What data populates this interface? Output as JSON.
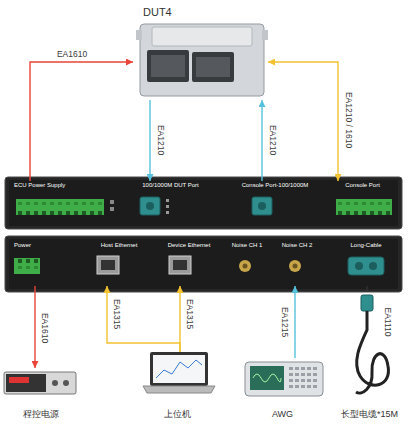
{
  "diagram": {
    "nodes": [
      {
        "text": [
          "DUT4"
        ]
      },
      {
        "text": [
          "ECU Power Supply"
        ]
      },
      {
        "text": [
          "100/1000M DUT Port"
        ]
      },
      {
        "text": [
          "Console Port-100/1000M"
        ]
      },
      {
        "text": [
          "Console Port"
        ]
      },
      {
        "text": [
          "Power"
        ]
      },
      {
        "text": [
          "Host Ethernet"
        ]
      },
      {
        "text": [
          "Device Ethernet"
        ]
      },
      {
        "text": [
          "Noise CH 1"
        ]
      },
      {
        "text": [
          "Noise CH 2"
        ]
      },
      {
        "text": [
          "Long-Cable"
        ]
      },
      {
        "text": [
          "程控电源"
        ]
      },
      {
        "text": [
          "上位机"
        ]
      },
      {
        "text": [
          "AWG"
        ]
      },
      {
        "text": [
          "长型电缆*15M"
        ]
      }
    ],
    "edges": [
      {
        "from": 1,
        "to": 0,
        "arrow": "to",
        "label": "EA1610"
      },
      {
        "from": 0,
        "to": 2,
        "arrow": "to",
        "label": "EA1210"
      },
      {
        "from": 3,
        "to": 0,
        "arrow": "to",
        "label": "EA1210"
      },
      {
        "from": 4,
        "to": 0,
        "arrow": "both",
        "label": "EA1210 / 1610"
      },
      {
        "from": 5,
        "to": 11,
        "arrow": "to",
        "label": "EA1610"
      },
      {
        "from": 12,
        "to": 6,
        "arrow": "to",
        "label": "EA1315"
      },
      {
        "from": 12,
        "to": 7,
        "arrow": "to",
        "label": "EA1315"
      },
      {
        "from": 13,
        "to": 9,
        "arrow": "to",
        "label": "EA1215"
      },
      {
        "from": 14,
        "to": 10,
        "arrow": "none",
        "label": "EA1110"
      }
    ]
  }
}
